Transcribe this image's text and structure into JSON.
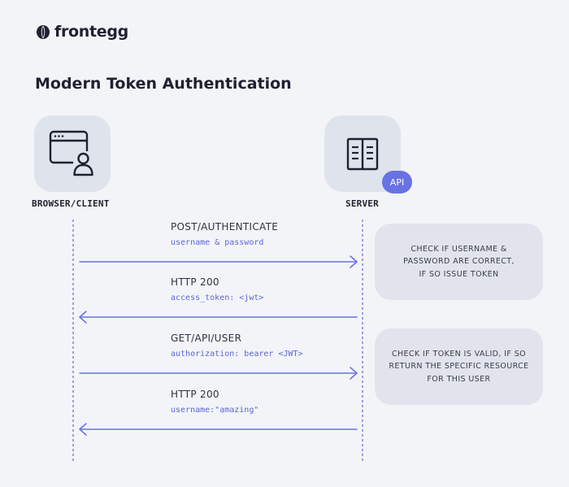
{
  "brand": {
    "name": "frontegg",
    "icon": "frontegg-egg-logo"
  },
  "title": "Modern Token Authentication",
  "actors": {
    "client": {
      "label": "BROWSER/CLIENT",
      "icon": "browser-user-icon"
    },
    "server": {
      "label": "SERVER",
      "icon": "server-book-icon",
      "badge": "API"
    }
  },
  "messages": [
    {
      "title": "POST/AUTHENTICATE",
      "detail": "username & password",
      "direction": "client-to-server"
    },
    {
      "title": "HTTP 200",
      "detail": "access_token: <jwt>",
      "direction": "server-to-client"
    },
    {
      "title": "GET/API/USER",
      "detail": "authorization: bearer <JWT>",
      "direction": "client-to-server"
    },
    {
      "title": "HTTP 200",
      "detail": "username:\"amazing\"",
      "direction": "server-to-client"
    }
  ],
  "notes": [
    {
      "text": "CHECK IF USERNAME &\nPASSWORD ARE CORRECT,\nIF SO ISSUE TOKEN"
    },
    {
      "text": "CHECK IF TOKEN IS VALID, IF SO\nRETURN THE SPECIFIC RESOURCE\nFOR THIS USER"
    }
  ],
  "colors": {
    "accent": "#6872e3",
    "background": "#f3f4f8",
    "tile": "#dfe3ec",
    "note": "#e1e4ec",
    "text": "#1e2230"
  }
}
